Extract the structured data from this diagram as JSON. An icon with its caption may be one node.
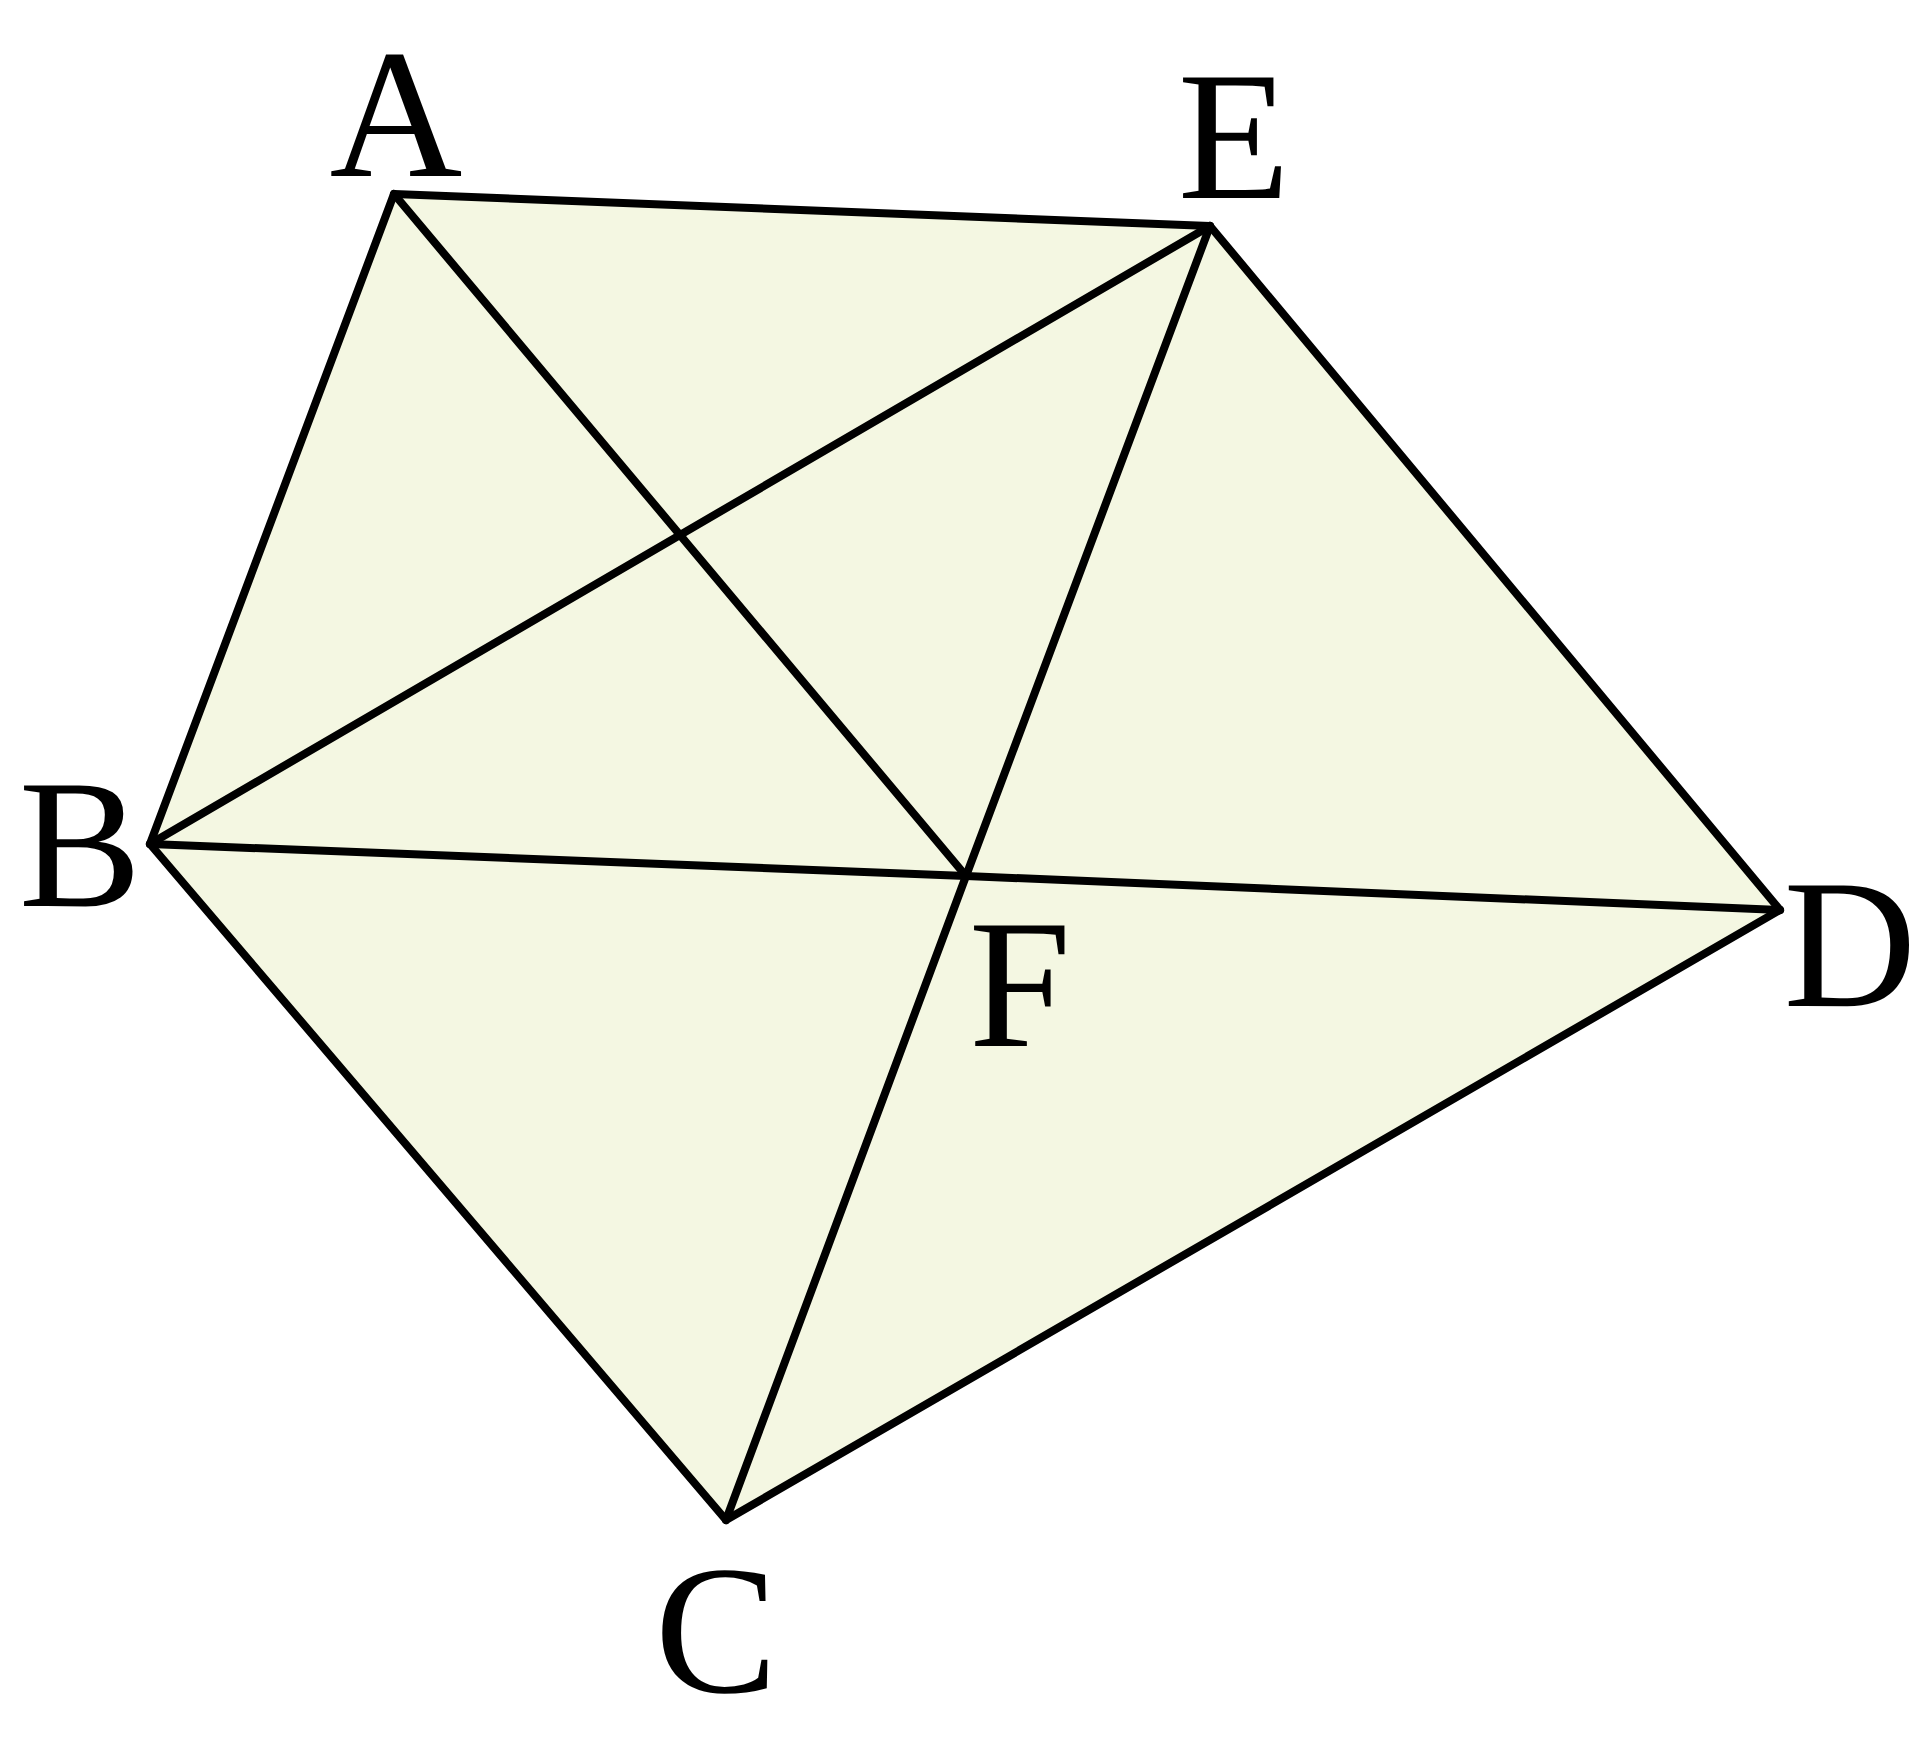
{
  "diagram": {
    "nodes": [
      {
        "text": [
          "A"
        ]
      },
      {
        "text": [
          "B"
        ]
      },
      {
        "text": [
          "C"
        ]
      },
      {
        "text": [
          "D"
        ]
      },
      {
        "text": [
          "E"
        ]
      },
      {
        "text": [
          "F"
        ]
      }
    ],
    "edges": [
      {
        "from": 0,
        "to": 1,
        "arrow": "none"
      },
      {
        "from": 0,
        "to": 4,
        "arrow": "none"
      },
      {
        "from": 0,
        "to": 5,
        "arrow": "none"
      },
      {
        "from": 1,
        "to": 4,
        "arrow": "none"
      },
      {
        "from": 1,
        "to": 5,
        "arrow": "none"
      },
      {
        "from": 5,
        "to": 3,
        "arrow": "none"
      },
      {
        "from": 4,
        "to": 5,
        "arrow": "none"
      },
      {
        "from": 5,
        "to": 2,
        "arrow": "none"
      },
      {
        "from": 4,
        "to": 3,
        "arrow": "none"
      },
      {
        "from": 3,
        "to": 2,
        "arrow": "none"
      },
      {
        "from": 2,
        "to": 1,
        "arrow": "none"
      }
    ]
  }
}
